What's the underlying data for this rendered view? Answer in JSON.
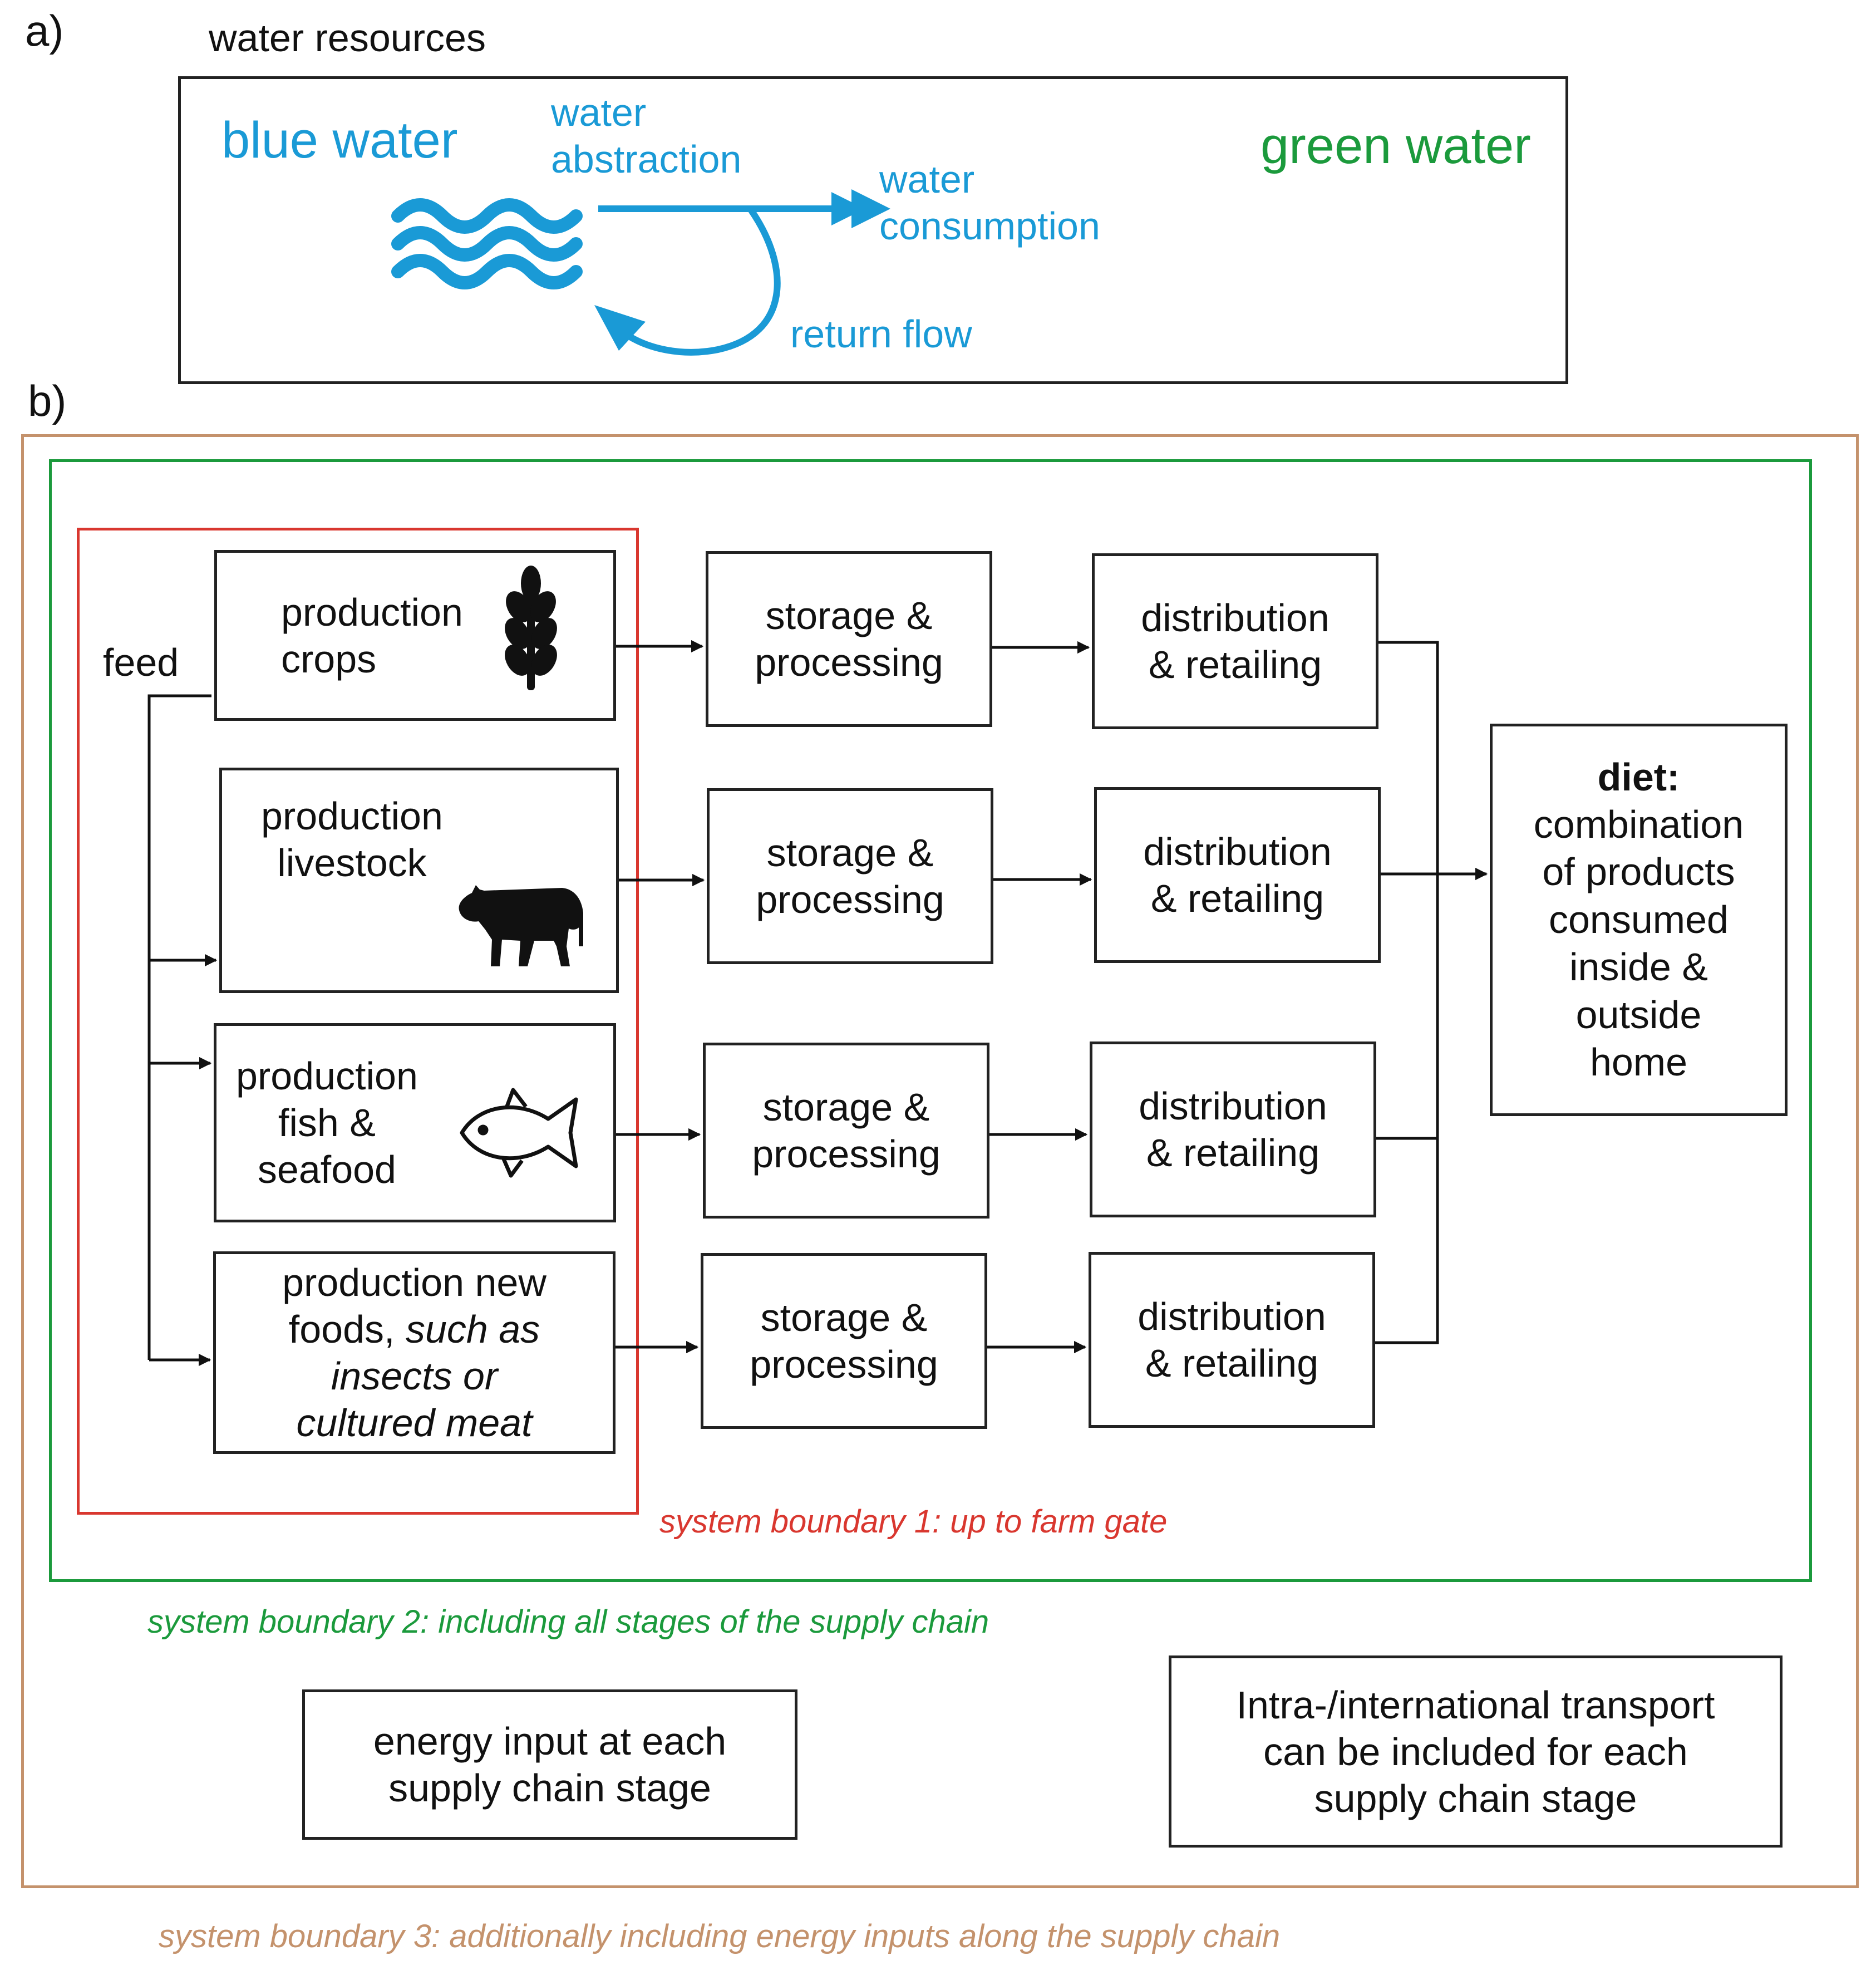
{
  "panel_a": {
    "label": "a)",
    "title": "water resources",
    "blue_water": "blue water",
    "abstraction_line1": "water",
    "abstraction_line2": "abstraction",
    "consumption_line1": "water",
    "consumption_line2": "consumption",
    "return_flow": "return flow",
    "green_water": "green water"
  },
  "panel_b": {
    "label": "b)",
    "feed": "feed",
    "rows": [
      {
        "production_line1": "production",
        "production_line2": "crops",
        "icon": "wheat-icon",
        "storage_line1": "storage &",
        "storage_line2": "processing",
        "distribution_line1": "distribution",
        "distribution_line2": "& retailing"
      },
      {
        "production_line1": "production",
        "production_line2": "livestock",
        "icon": "cow-icon",
        "storage_line1": "storage &",
        "storage_line2": "processing",
        "distribution_line1": "distribution",
        "distribution_line2": "& retailing"
      },
      {
        "production_line1": "production",
        "production_line2": "fish &",
        "production_line3": "seafood",
        "icon": "fish-icon",
        "storage_line1": "storage &",
        "storage_line2": "processing",
        "distribution_line1": "distribution",
        "distribution_line2": "& retailing"
      },
      {
        "production_line1": "production new",
        "production_line2a": "foods, ",
        "production_line2b": "such as",
        "production_line3": "insects or",
        "production_line4": "cultured meat",
        "storage_line1": "storage &",
        "storage_line2": "processing",
        "distribution_line1": "distribution",
        "distribution_line2": "& retailing"
      }
    ],
    "diet": {
      "title": "diet:",
      "lines": [
        "combination",
        "of products",
        "consumed",
        "inside &",
        "outside",
        "home"
      ]
    },
    "boundary1": "system boundary 1: up to farm gate",
    "boundary2": "system boundary 2: including all stages of the supply chain",
    "boundary3": "system boundary 3: additionally including energy inputs along the supply chain",
    "energy_line1": "energy input at each",
    "energy_line2": "supply chain stage",
    "transport_line1": "Intra-/international transport",
    "transport_line2": "can be included for each",
    "transport_line3": "supply chain stage"
  },
  "colors": {
    "blue": "#1a9ad6",
    "green_water": "#1b9a3c",
    "boundary1": "#d9372f",
    "boundary2": "#1b9a3c",
    "boundary3": "#c4926c",
    "line": "#222222"
  }
}
